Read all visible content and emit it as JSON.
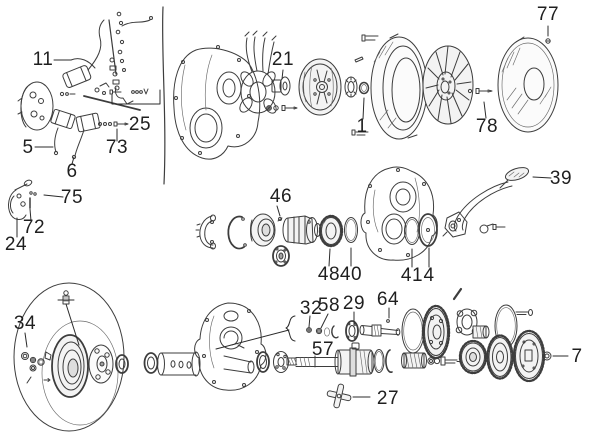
{
  "diagram": {
    "type": "exploded-parts-diagram",
    "colors": {
      "background": "#ffffff",
      "line": "#3d3d3d",
      "label": "#1f1f1f"
    },
    "callouts": {
      "c11": {
        "text": "11",
        "points_to": "ignition-coil"
      },
      "c25": {
        "text": "25",
        "points_to": "contact-breaker-set"
      },
      "c73": {
        "text": "73",
        "points_to": "screw-set"
      },
      "c5": {
        "text": "5",
        "points_to": "coil-lead-wire"
      },
      "c6": {
        "text": "6",
        "points_to": "coil-lead-wire"
      },
      "c75": {
        "text": "75",
        "points_to": "screws"
      },
      "c72": {
        "text": "72",
        "points_to": "pivot-pin"
      },
      "c24": {
        "text": "24",
        "points_to": "clamp-bracket"
      },
      "c21": {
        "text": "21",
        "points_to": "flywheel-hub"
      },
      "c1": {
        "text": "1",
        "points_to": "retaining-ring"
      },
      "c78": {
        "text": "78",
        "points_to": "cover-screws"
      },
      "c77": {
        "text": "77",
        "points_to": "cover-bolt"
      },
      "c46": {
        "text": "46",
        "points_to": "clutch-unit-pin"
      },
      "c48": {
        "text": "48",
        "points_to": "clutch-gear"
      },
      "c40": {
        "text": "40",
        "points_to": "shim-ring"
      },
      "c41": {
        "text": "41",
        "points_to": "seal-ring"
      },
      "c4": {
        "text": "4",
        "points_to": "oil-seal"
      },
      "c39": {
        "text": "39",
        "points_to": "kickstart-lever"
      },
      "c34": {
        "text": "34",
        "points_to": "wheel-hub-fasteners"
      },
      "c32": {
        "text": "32",
        "points_to": "washer"
      },
      "c58": {
        "text": "58",
        "points_to": "washer"
      },
      "c29": {
        "text": "29",
        "points_to": "bearing"
      },
      "c64": {
        "text": "64",
        "points_to": "pinion-shaft"
      },
      "c57": {
        "text": "57",
        "points_to": "main-shaft"
      },
      "c27": {
        "text": "27",
        "points_to": "gear-selector-cross"
      },
      "c7": {
        "text": "7",
        "points_to": "nut"
      }
    }
  }
}
